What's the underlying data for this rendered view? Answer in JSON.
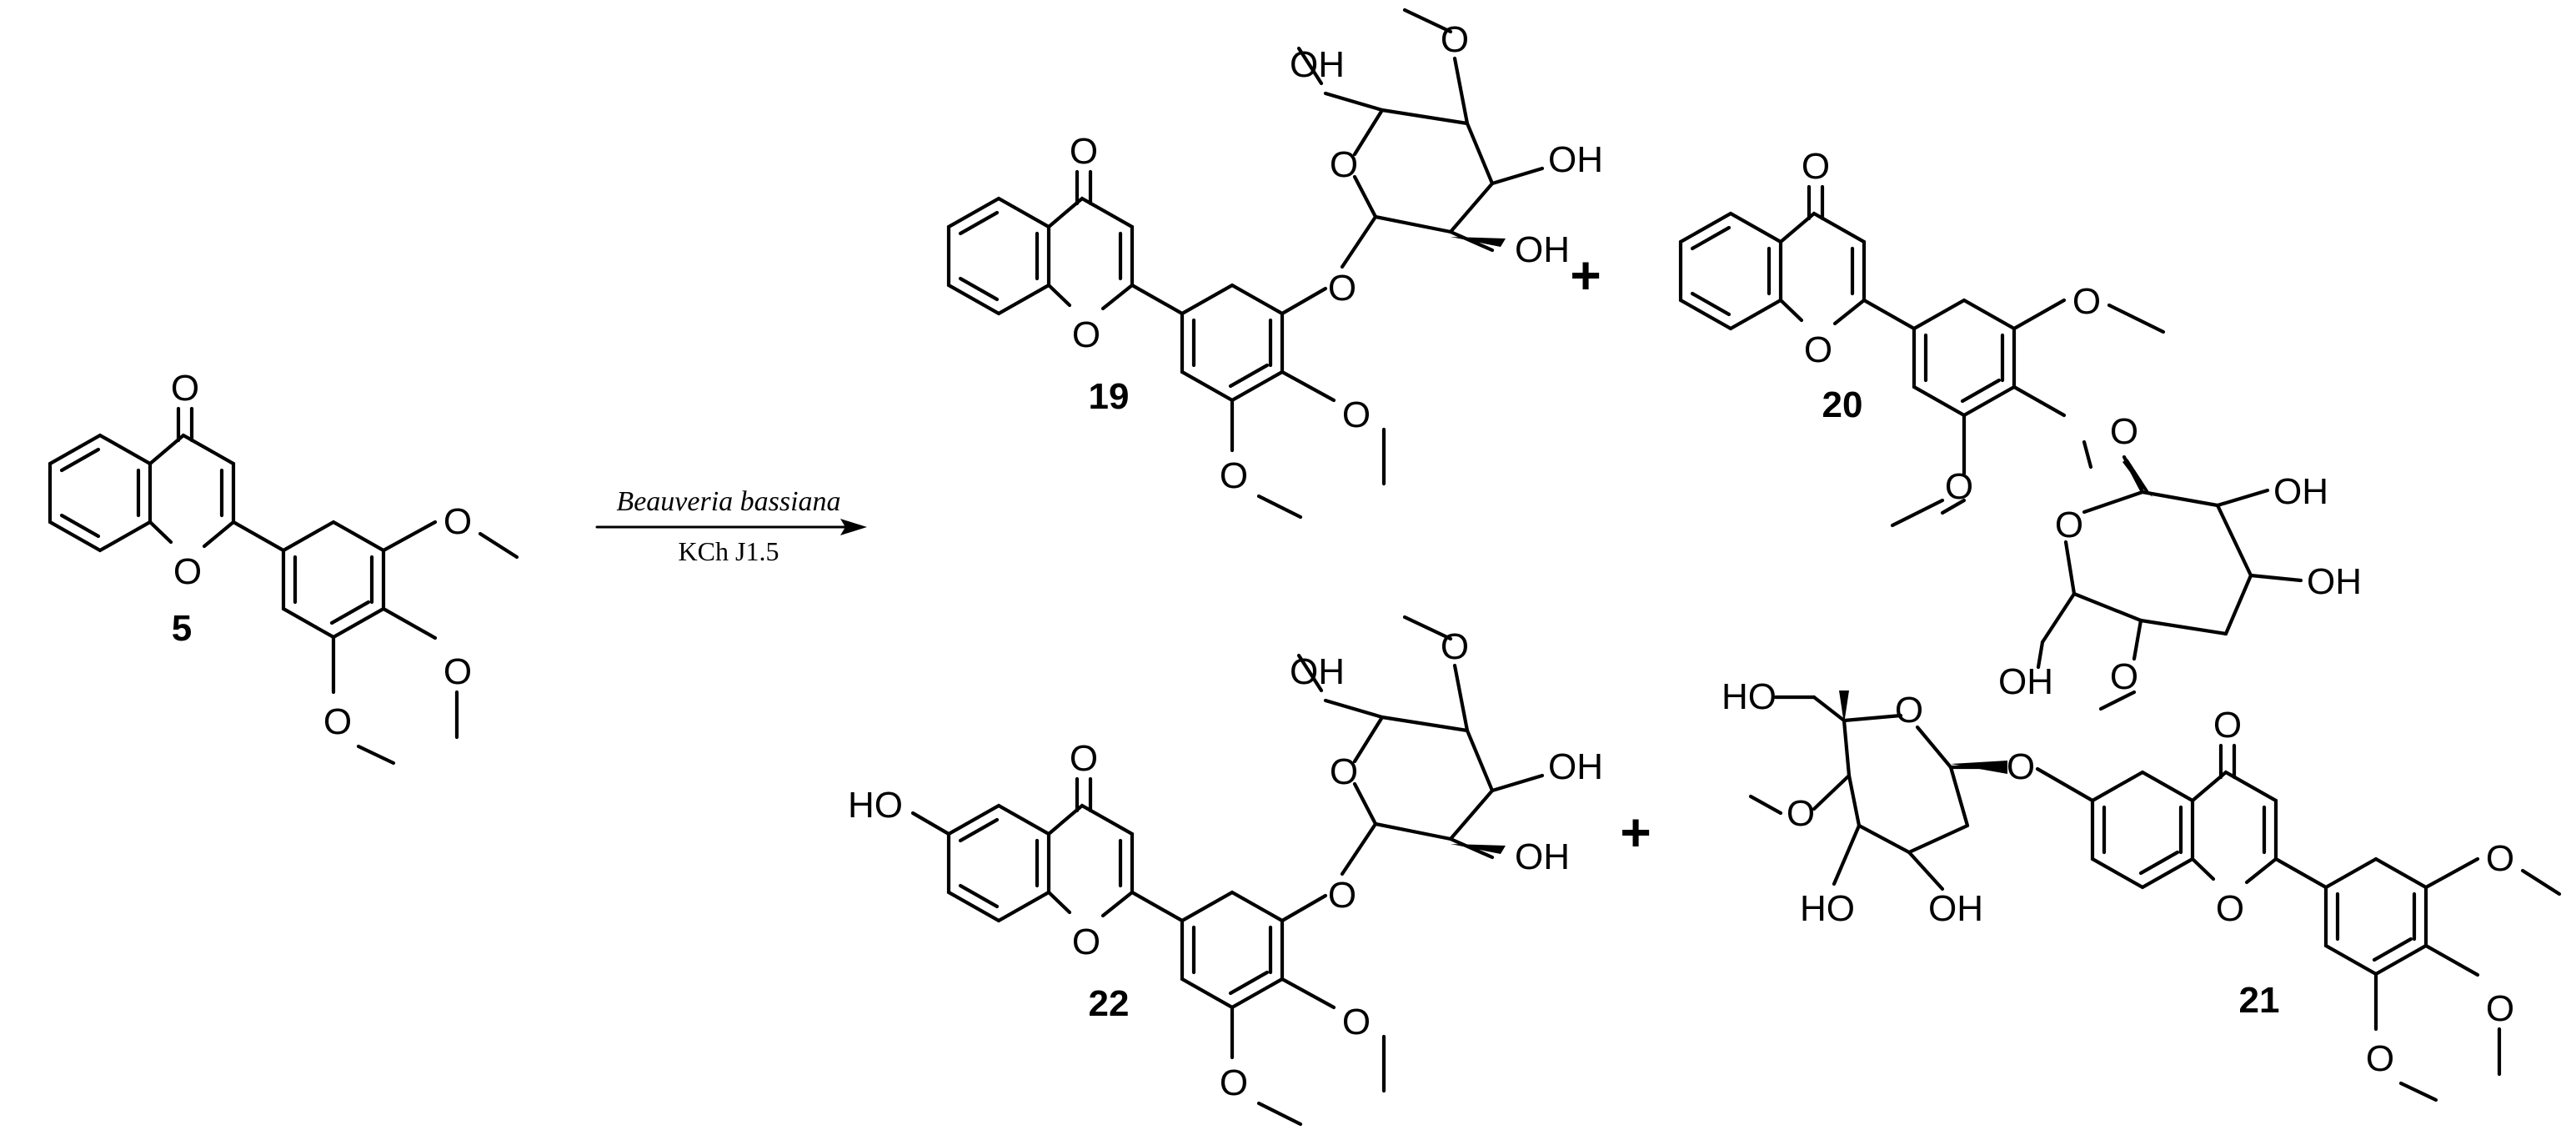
{
  "reaction": {
    "organism": "Beauveria bassiana",
    "strain": "KCh J1.5"
  },
  "compounds": {
    "substrate": "5",
    "product_19": "19",
    "product_20": "20",
    "product_22": "22",
    "product_21": "21"
  },
  "symbols": {
    "plus": "+"
  },
  "atoms": {
    "oxygen": "O",
    "hydroxyl": "OH",
    "hydroxyl_left": "HO"
  }
}
